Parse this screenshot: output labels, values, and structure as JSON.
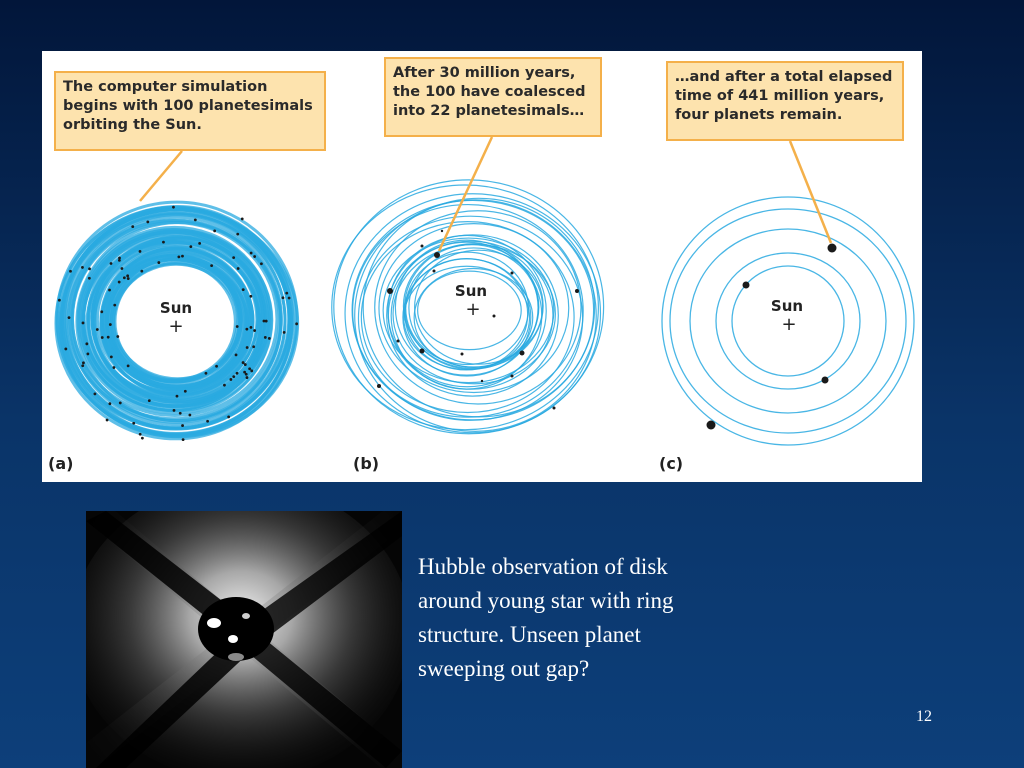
{
  "figure": {
    "panels": [
      {
        "label": "(a)",
        "sun_label": "Sun",
        "callout": "The computer simulation begins with 100 planetesimals orbiting the Sun."
      },
      {
        "label": "(b)",
        "sun_label": "Sun",
        "callout": "After 30 million years, the 100 have coalesced into 22 planetesimals…"
      },
      {
        "label": "(c)",
        "sun_label": "Sun",
        "callout": "…and after a total elapsed time of 441 million years, four planets remain."
      }
    ],
    "colors": {
      "orbit": "#29a9e0",
      "callout_fill": "#fde3ae",
      "callout_border": "#f4b04a",
      "planet": "#1a1a1a"
    }
  },
  "hubble": {
    "caption": "Hubble observation of disk around young star with ring structure. Unseen planet sweeping out gap?"
  },
  "slide": {
    "number": "12"
  }
}
